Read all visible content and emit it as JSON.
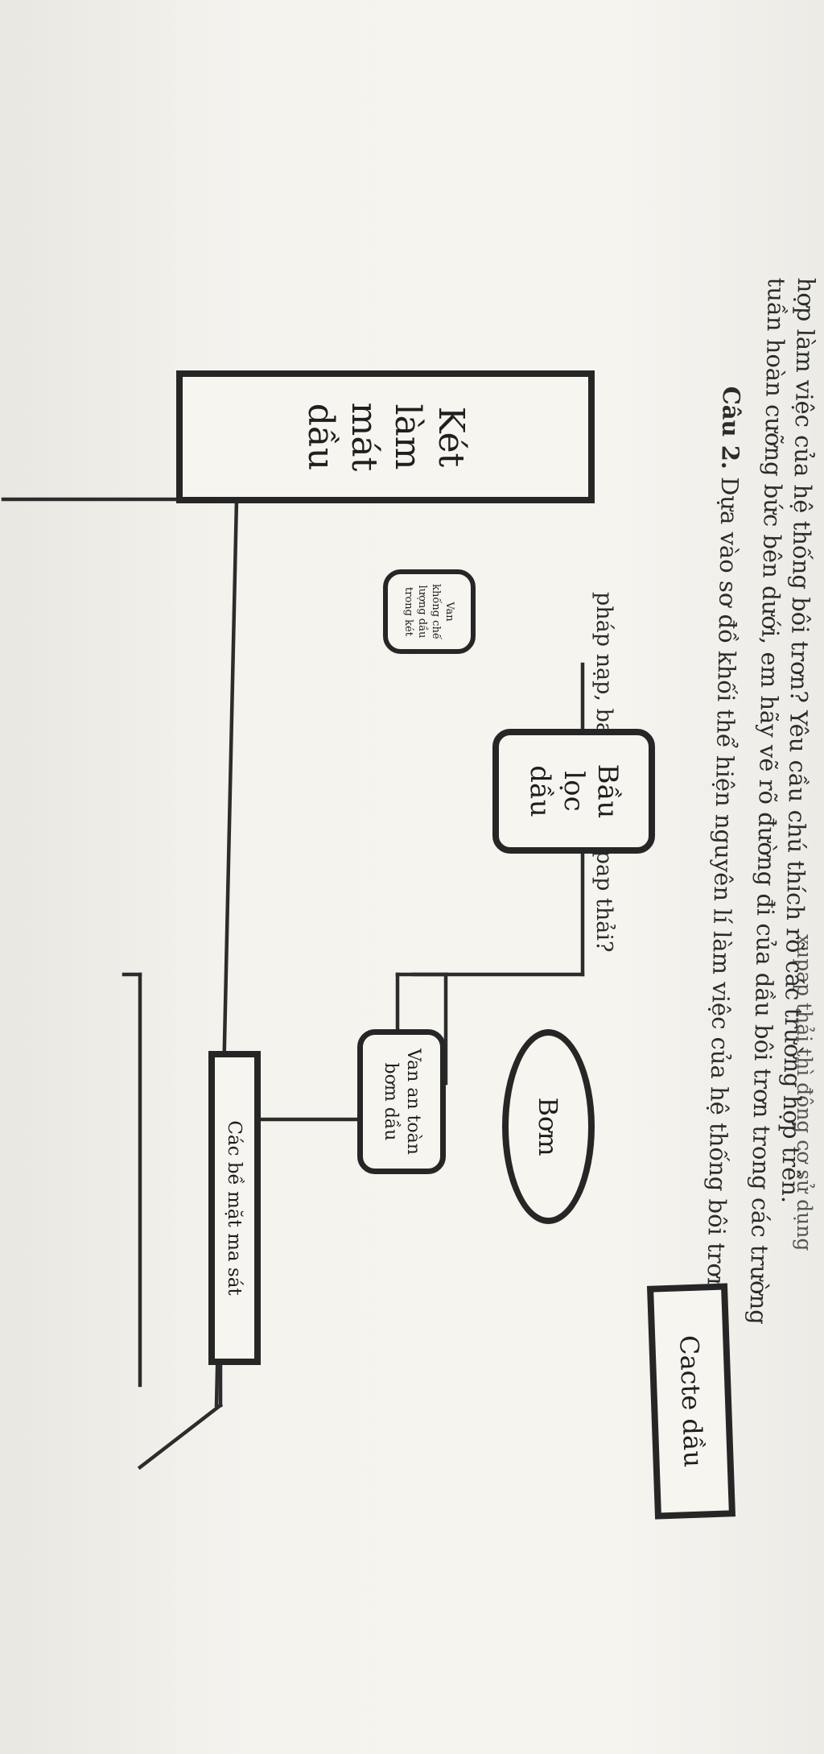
{
  "header": {
    "top_fragment": "xupap thải thì động cơ sử dụng",
    "prev_line": "pháp nạp, bao nhiêu xupap thải?"
  },
  "question": {
    "label": "Câu 2.",
    "line1": "Dựa vào sơ đồ khối thể hiện nguyên lí làm việc của hệ thống bôi trơn kiểu",
    "line2": "tuần hoàn cưỡng bức bên dưới, em hãy vẽ rõ đường đi của dầu bôi trơn trong các trường",
    "line3": "hợp làm việc của hệ thống bôi trơn? Yêu cầu chú thích rõ các trường hợp trên."
  },
  "diagram": {
    "ket_lam_mat": "Két\nlàm\nmát\ndầu",
    "van_khong_che": "Van\nkhống chế\nlượng dầu\ntrong két",
    "bau_loc": "Bầu\nlọc\ndầu",
    "cac_be_mat": "Các bề mặt ma sát",
    "van_an_toan": "Van an toàn\nbơm dầu",
    "bom": "Bơm",
    "cacte": "Cacte dầu"
  }
}
